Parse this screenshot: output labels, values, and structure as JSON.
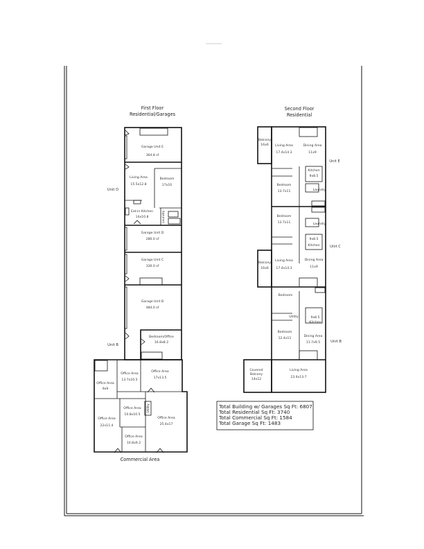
{
  "first_floor": {
    "title": "First Floor",
    "subtitle": "Residential/Garages",
    "unit_d_label": "Unit D",
    "unit_b_label": "Unit B",
    "commercial_label": "Commercial Area",
    "rooms": {
      "garage_e": {
        "name": "Garage Unit E",
        "size": "364.8 sf"
      },
      "living_d": {
        "name": "Living Area",
        "size": "15.5x12.8"
      },
      "bedroom_d": {
        "name": "Bedroom",
        "size": "17x10"
      },
      "kitchen_d": {
        "name": "Eat-in Kitchen",
        "size": "14x10.8"
      },
      "laundry_d": {
        "name": "Laundry"
      },
      "garage_d": {
        "name": "Garage Unit D",
        "size": "286.0 sf"
      },
      "garage_c": {
        "name": "Garage Unit C",
        "size": "336.0 sf"
      },
      "garage_b": {
        "name": "Garage Unit B",
        "size": "484.0 sf"
      },
      "bedroom_office_b": {
        "name": "Bedroom/Office",
        "size": "16.8x8.2"
      },
      "office_1": {
        "name": "Office Area",
        "size": "9x9"
      },
      "office_2": {
        "name": "Office Area",
        "size": "13.7x10.5"
      },
      "office_3": {
        "name": "Office Area",
        "size": "17x13.5"
      },
      "office_4": {
        "name": "Office Area",
        "size": "22x11.4"
      },
      "office_5": {
        "name": "Office Area",
        "size": "10.8x10.5"
      },
      "office_6": {
        "name": "Office Area",
        "size": "25.4x17"
      },
      "office_7": {
        "name": "Office Area",
        "size": "10.8x9.2"
      },
      "utility": {
        "name": "Utility"
      }
    }
  },
  "second_floor": {
    "title": "Second Floor",
    "subtitle": "Residential",
    "unit_e_label": "Unit E",
    "unit_c_label": "Unit C",
    "unit_b_label": "Unit B",
    "rooms": {
      "balcony_e": {
        "name": "Balcony",
        "size": "16x6"
      },
      "living_e": {
        "name": "Living Area",
        "size": "17.4x14.3"
      },
      "dining_e": {
        "name": "Dining Area",
        "size": "11x9"
      },
      "kitchen_e": {
        "name": "Kitchen",
        "size": "9x8.5"
      },
      "bedroom_e": {
        "name": "Bedroom",
        "size": "13.7x11"
      },
      "laundry_e": {
        "name": "Laundry"
      },
      "bedroom_c": {
        "name": "Bedroom",
        "size": "13.7x11"
      },
      "laundry_c": {
        "name": "Laundry"
      },
      "kitchen_c": {
        "name": "Kitchen",
        "size": "9x8.5"
      },
      "balcony_c": {
        "name": "Balcony",
        "size": "16x6"
      },
      "living_c": {
        "name": "Living Area",
        "size": "17.4x14.3"
      },
      "dining_c": {
        "name": "Dining Area",
        "size": "11x9"
      },
      "bedroom_b1": {
        "name": "Bedroom"
      },
      "utility_b": {
        "name": "Utility"
      },
      "kitchen_b": {
        "name": "Kitchen",
        "size": "9x8.5"
      },
      "bedroom_b2": {
        "name": "Bedroom",
        "size": "12.4x11"
      },
      "dining_b": {
        "name": "Dining Area",
        "size": "11.7x9.5"
      },
      "covered_balcony": {
        "name1": "Covered",
        "name2": "Balcony",
        "size": "14x12"
      },
      "living_b": {
        "name": "Living Area",
        "size": "23.4x13.7"
      }
    }
  },
  "summary": {
    "line1": "Total Building w/ Garages Sq Ft:  6807",
    "line2": "Total Residential Sq Ft: 3740",
    "line3": "Total Commercial Sq Ft: 1584",
    "line4": "Total Garage Sq Ft:  1483"
  }
}
